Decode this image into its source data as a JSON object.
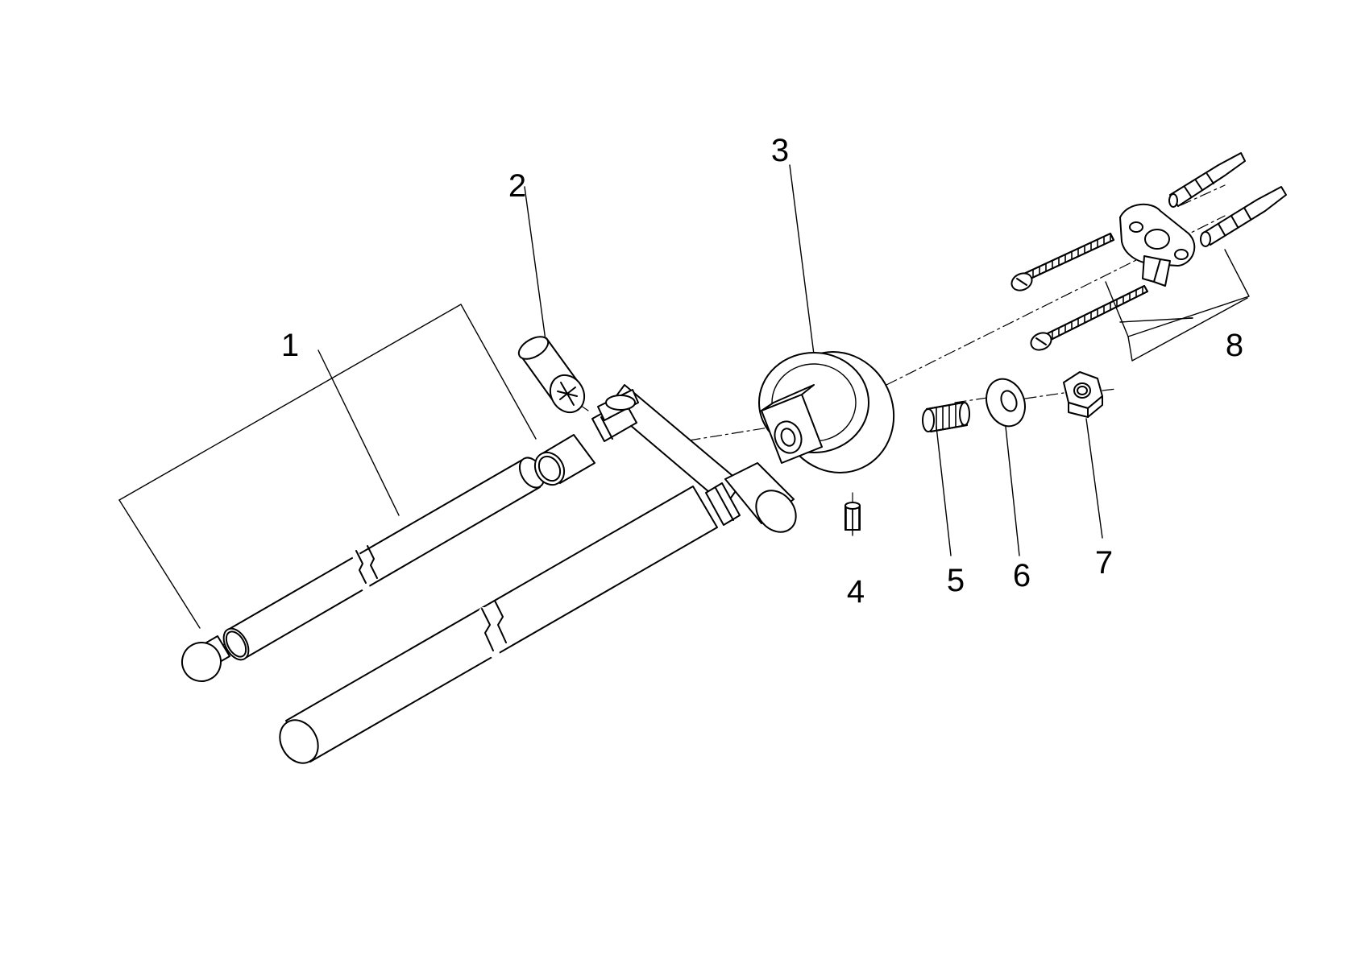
{
  "callouts": [
    {
      "id": "1",
      "label": "1"
    },
    {
      "id": "2",
      "label": "2"
    },
    {
      "id": "3",
      "label": "3"
    },
    {
      "id": "4",
      "label": "4"
    },
    {
      "id": "5",
      "label": "5"
    },
    {
      "id": "6",
      "label": "6"
    },
    {
      "id": "7",
      "label": "7"
    },
    {
      "id": "8",
      "label": "8"
    }
  ],
  "colors": {
    "line": "#000000",
    "part_fill": "#ffffff",
    "background": "#ffffff"
  }
}
